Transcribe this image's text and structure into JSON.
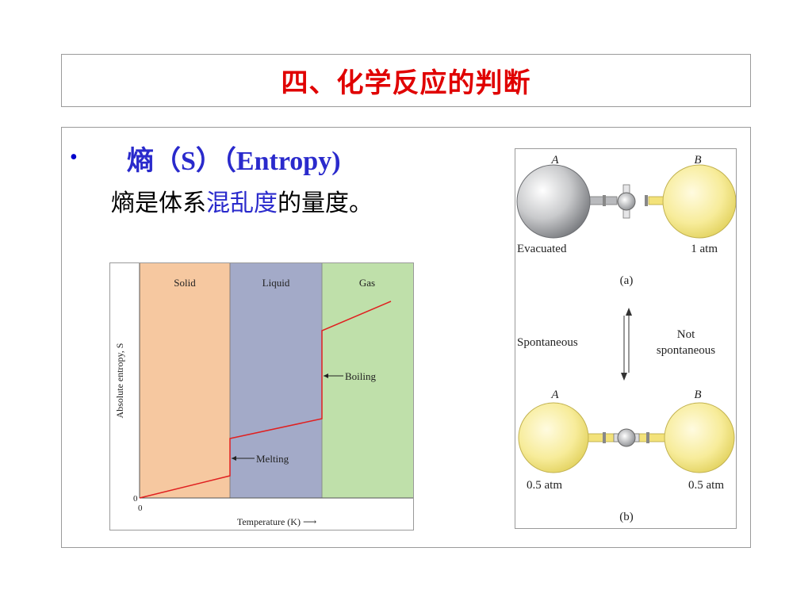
{
  "title": "四、化学反应的判断",
  "bullet": "•",
  "heading": "熵（S）（Entropy)",
  "definition": {
    "part1": "熵是体系",
    "highlight": "混乱度",
    "part2": "的量度。"
  },
  "chart_data": {
    "type": "line",
    "xlabel": "Temperature (K) ⟶",
    "ylabel": "Absolute entropy, S",
    "x_zero_label": "0",
    "y_zero_label": "0",
    "regions": [
      {
        "name": "Solid",
        "color": "#f6c8a0"
      },
      {
        "name": "Liquid",
        "color": "#a3aac8"
      },
      {
        "name": "Gas",
        "color": "#bfe0aa"
      }
    ],
    "annotations": [
      "Melting",
      "Boiling"
    ],
    "line_color": "#e02020"
  },
  "flask_diagram": {
    "label_a_top": "A",
    "label_b_top": "B",
    "left_state_a": "Evacuated",
    "right_state_a": "1 atm",
    "caption_a": "(a)",
    "spontaneous": "Spontaneous",
    "not_spontaneous_1": "Not",
    "not_spontaneous_2": "spontaneous",
    "label_a_bottom": "A",
    "label_b_bottom": "B",
    "left_state_b": "0.5 atm",
    "right_state_b": "0.5 atm",
    "caption_b": "(b)"
  }
}
